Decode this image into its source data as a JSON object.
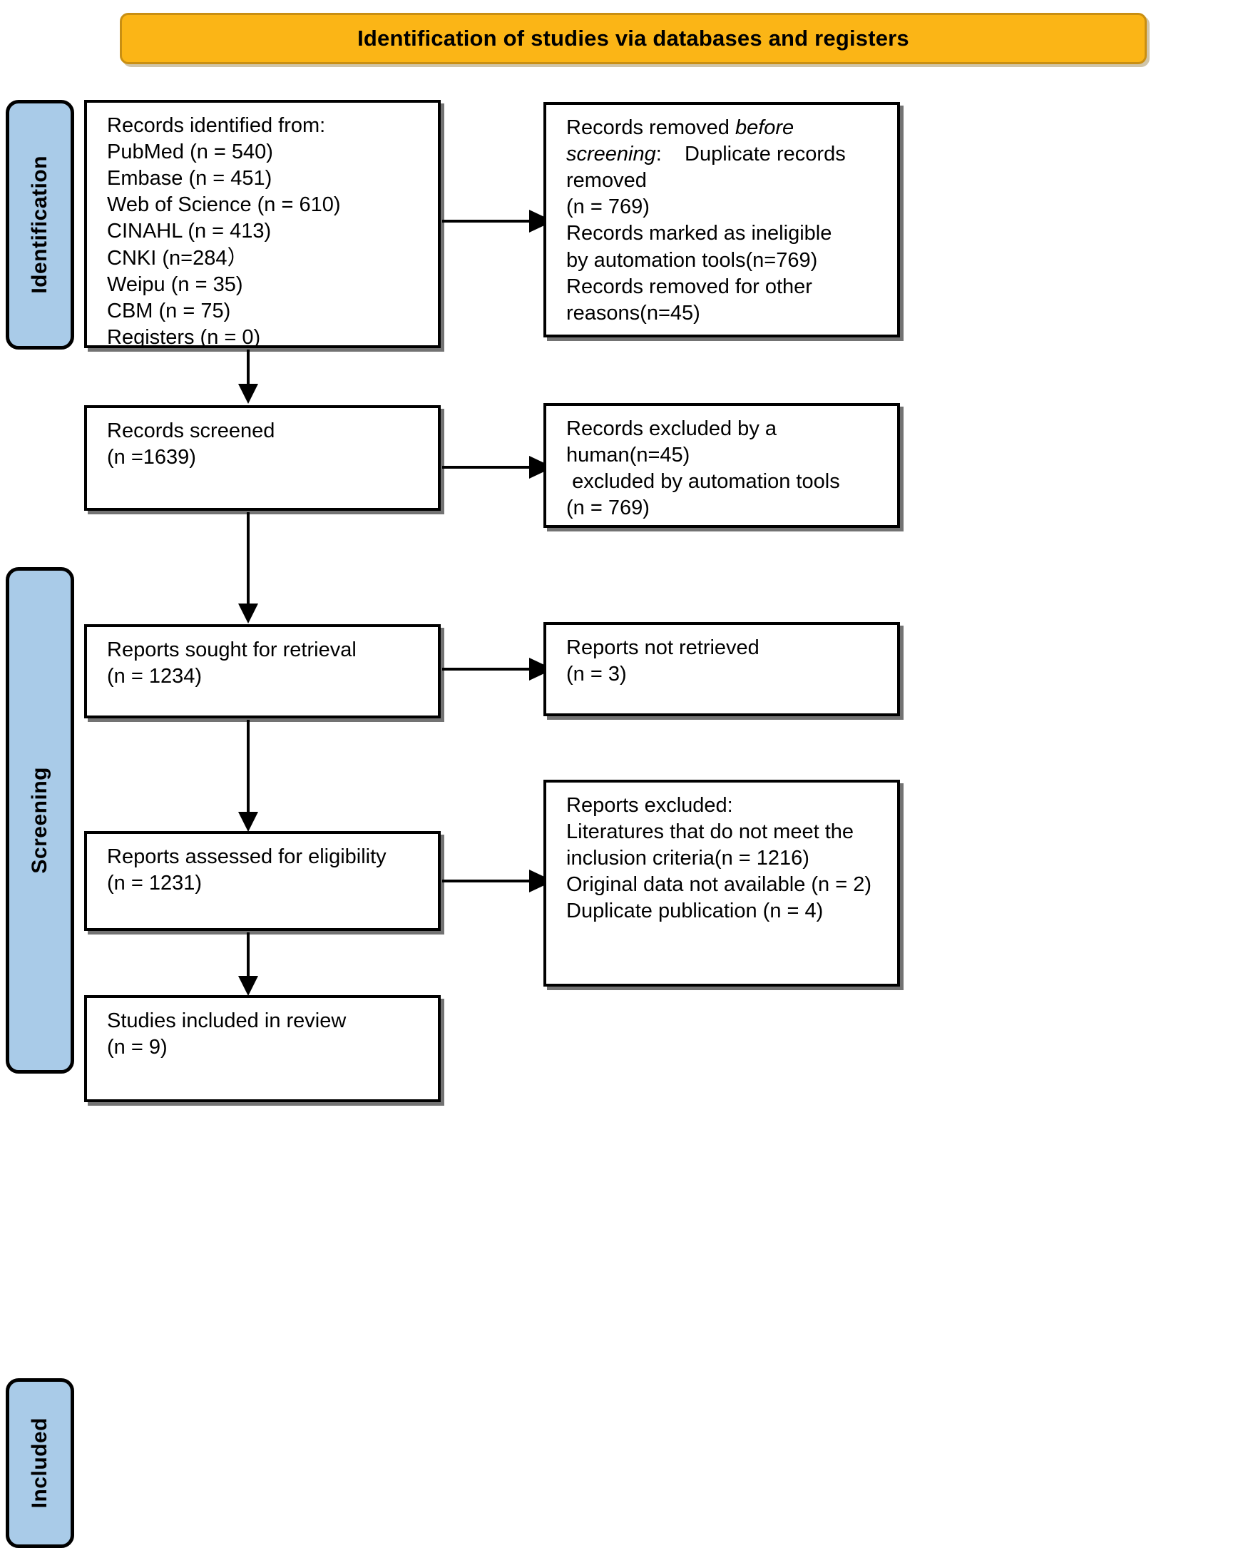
{
  "banner": {
    "title": "Identification of studies via databases and registers"
  },
  "colors": {
    "banner_fill": "#FBB516",
    "banner_border": "#C98F12",
    "stage_fill": "#A9CBE8",
    "box_border": "#000000",
    "box_fill": "#FFFFFF"
  },
  "stages": [
    {
      "id": "identification",
      "label": "Identification"
    },
    {
      "id": "screening",
      "label": "Screening"
    },
    {
      "id": "included",
      "label": "Included"
    }
  ],
  "boxes": {
    "identified": {
      "name": "records-identified",
      "heading": "Records identified from:",
      "lines": [
        "PubMed (n = 540)",
        "Embase (n = 451)",
        "Web of Science (n = 610)",
        "CINAHL (n = 413)",
        "CNKI (n=284）",
        "Weipu (n = 35)",
        "CBM (n = 75)",
        "Registers (n = 0)"
      ],
      "text": "Records identified from:\nPubMed (n = 540)\nEmbase (n = 451)\nWeb of Science (n = 610)\nCINAHL (n = 413)\nCNKI (n=284）\nWeipu (n = 35)\nCBM (n = 75)\nRegisters (n = 0)"
    },
    "removed": {
      "name": "records-removed-before-screening",
      "heading": "Records removed before screening:",
      "heading_plain": "Records removed ",
      "heading_italic": "before screening",
      "heading_tail": ":",
      "lines": [
        "Duplicate records removed (n = 769)",
        "Records marked as ineligible by automation tools(n=769)",
        "Records removed for other reasons(n=45)"
      ],
      "text_after": "    Duplicate records removed\n(n = 769)\nRecords marked as ineligible\nby automation tools(n=769)\nRecords removed for other\nreasons(n=45)"
    },
    "screened": {
      "name": "records-screened",
      "label": "Records screened",
      "count": "(n =1639)",
      "text": "Records screened\n(n =1639)"
    },
    "excluded_screen": {
      "name": "records-excluded",
      "text": "Records excluded by a\nhuman(n=45)\n excluded by automation tools\n(n = 769)",
      "lines": [
        "Records excluded by a human(n=45)",
        " excluded by automation tools (n = 769)"
      ]
    },
    "sought": {
      "name": "reports-sought-for-retrieval",
      "label": "Reports sought for retrieval",
      "count": "(n = 1234)",
      "text": "Reports sought for retrieval\n(n = 1234)"
    },
    "not_retrieved": {
      "name": "reports-not-retrieved",
      "label": "Reports not retrieved",
      "count": "(n = 3)",
      "text": "Reports not retrieved\n(n = 3)"
    },
    "assessed": {
      "name": "reports-assessed-for-eligibility",
      "label": "Reports assessed for eligibility",
      "count": "(n = 1231)",
      "text": "Reports assessed for eligibility\n(n = 1231)"
    },
    "reports_excluded": {
      "name": "reports-excluded",
      "heading": "Reports excluded:",
      "lines": [
        "Literatures that do not meet the inclusion criteria(n = 1216)",
        "Original data not available (n = 2)",
        "Duplicate publication (n = 4)"
      ],
      "text": "Reports excluded:\nLiteratures that do not meet the\ninclusion criteria(n = 1216)\nOriginal data not available (n = 2)\nDuplicate publication (n = 4)"
    },
    "included": {
      "name": "studies-included-in-review",
      "label": "Studies included in review",
      "count": "(n = 9)",
      "text": "Studies included in review\n(n = 9)"
    }
  },
  "connectors": [
    {
      "name": "arrow-identified-to-removed",
      "direction": "right"
    },
    {
      "name": "arrow-identified-to-screened",
      "direction": "down"
    },
    {
      "name": "arrow-screened-to-excluded",
      "direction": "right"
    },
    {
      "name": "arrow-screened-to-sought",
      "direction": "down"
    },
    {
      "name": "arrow-sought-to-not-retrieved",
      "direction": "right"
    },
    {
      "name": "arrow-sought-to-assessed",
      "direction": "down"
    },
    {
      "name": "arrow-assessed-to-excluded",
      "direction": "right"
    },
    {
      "name": "arrow-assessed-to-included",
      "direction": "down"
    }
  ]
}
